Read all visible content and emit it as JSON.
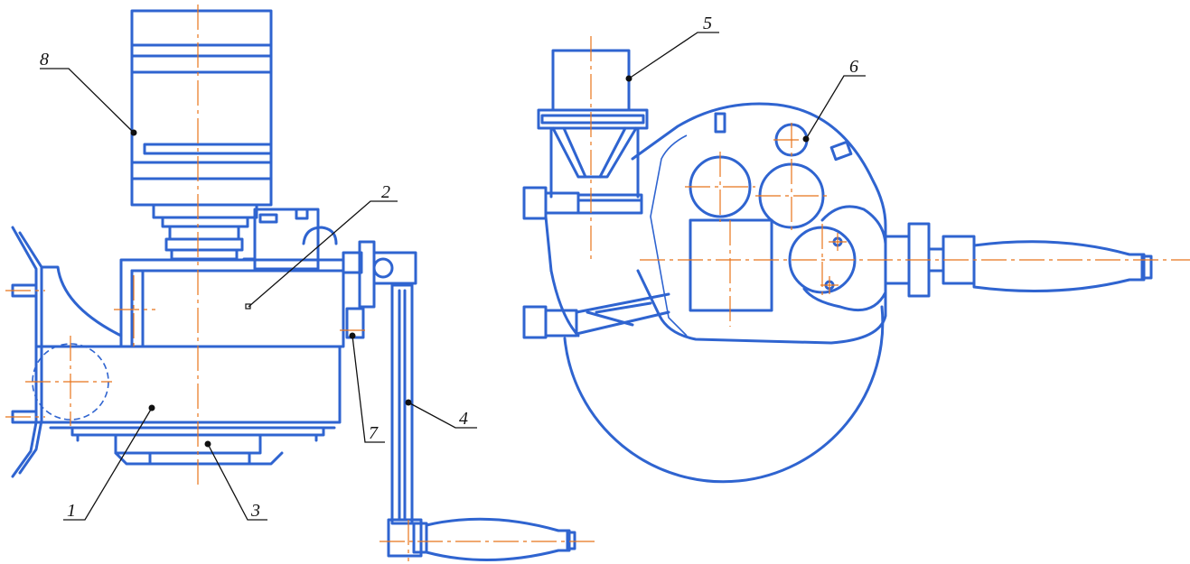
{
  "colors": {
    "outline": "#2f64d0",
    "axis": "#e8741a",
    "leader": "#111111",
    "background": "#ffffff"
  },
  "callouts": [
    {
      "id": "1",
      "text": "1"
    },
    {
      "id": "2",
      "text": "2"
    },
    {
      "id": "3",
      "text": "3"
    },
    {
      "id": "4",
      "text": "4"
    },
    {
      "id": "5",
      "text": "5"
    },
    {
      "id": "6",
      "text": "6"
    },
    {
      "id": "7",
      "text": "7"
    },
    {
      "id": "8",
      "text": "8"
    }
  ]
}
